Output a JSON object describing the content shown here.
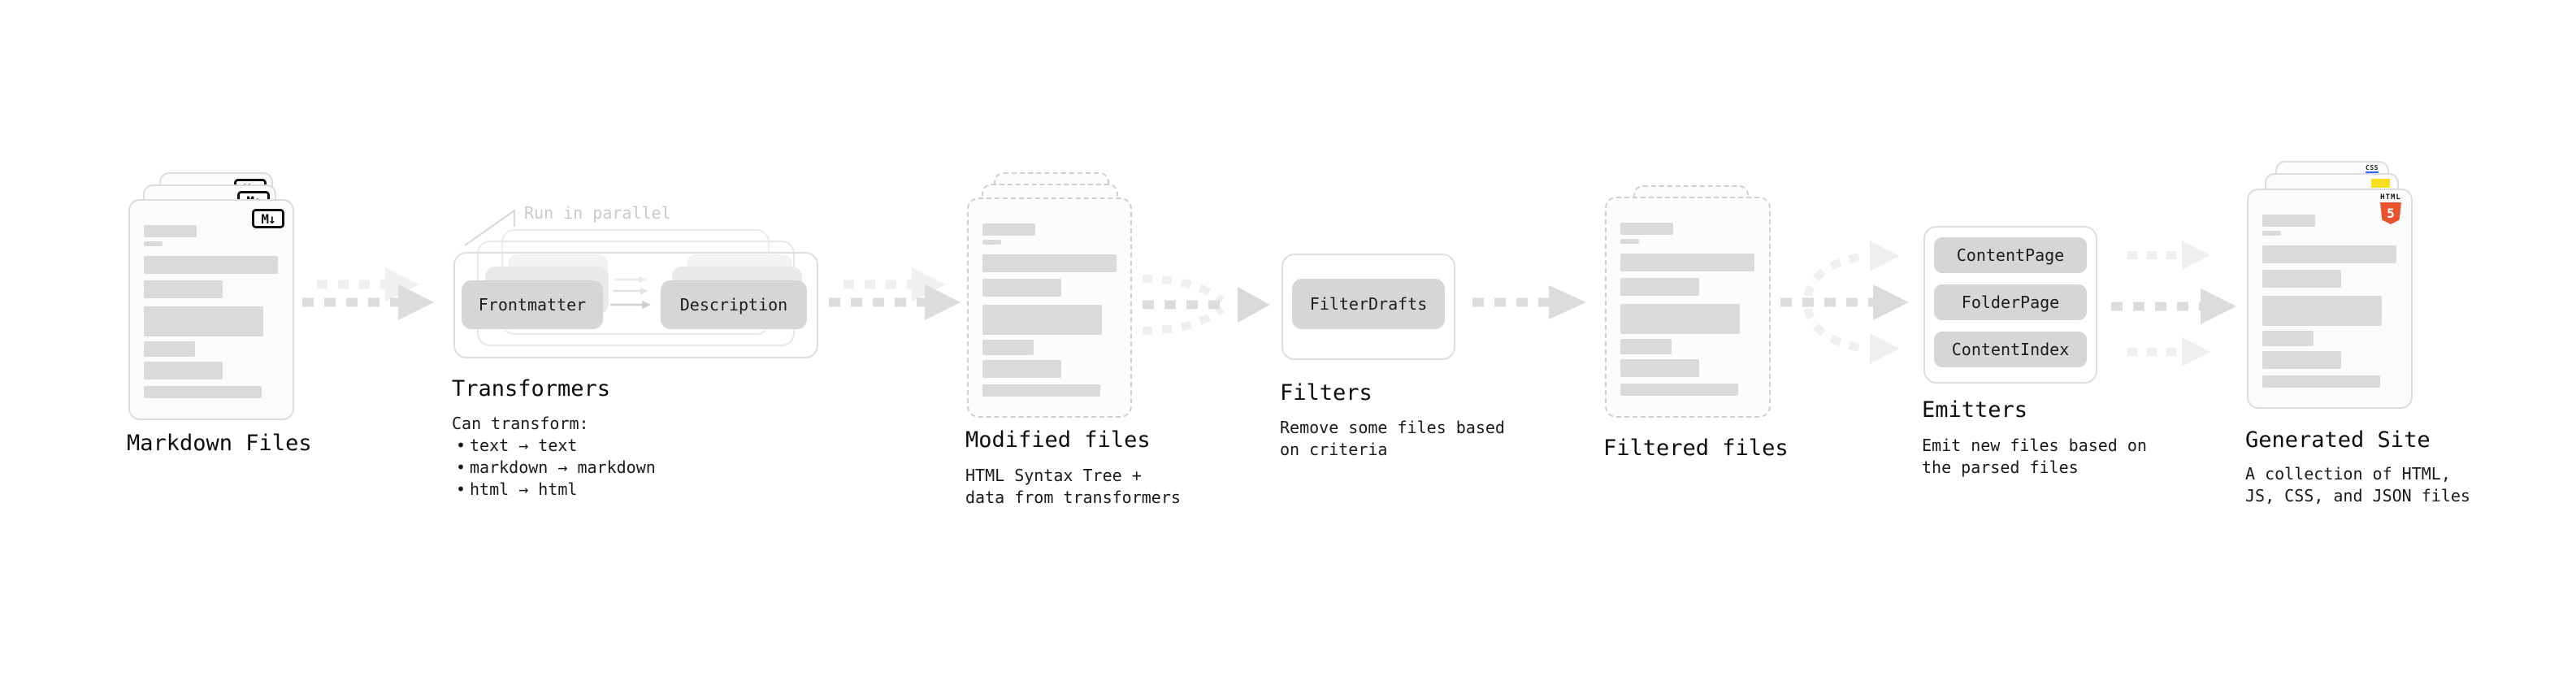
{
  "markdown": {
    "title": "Markdown Files",
    "icon_label": "M↓"
  },
  "transformers": {
    "title": "Transformers",
    "annotation": "Run in parallel",
    "pill_left": "Frontmatter",
    "pill_right": "Description",
    "list_heading": "Can transform:",
    "bullet": "•",
    "bullets": [
      "text → text",
      "markdown → markdown",
      "html → html"
    ]
  },
  "modified": {
    "title": "Modified files",
    "subtitle_line1": "HTML Syntax Tree +",
    "subtitle_line2": "data from transformers"
  },
  "filters": {
    "title": "Filters",
    "pill": "FilterDrafts",
    "subtitle_line1": "Remove some files based",
    "subtitle_line2": "on criteria"
  },
  "filtered": {
    "title": "Filtered files"
  },
  "emitters": {
    "title": "Emitters",
    "pills": [
      "ContentPage",
      "FolderPage",
      "ContentIndex"
    ],
    "subtitle_line1": "Emit new files based on",
    "subtitle_line2": "the parsed files"
  },
  "site": {
    "title": "Generated Site",
    "subtitle_line1": "A collection of HTML,",
    "subtitle_line2": "JS, CSS, and JSON files",
    "badge_html_word": "HTML",
    "badge_html_number": "5",
    "badge_css_word": "CSS"
  },
  "colors": {
    "html5_orange": "#e8542f",
    "js_yellow": "#f7df1e",
    "css_blue": "#2965f1",
    "arrow_gray": "#dcdcdc",
    "arrow_light_gray": "#efefef",
    "skeleton_gray": "#dadada"
  }
}
